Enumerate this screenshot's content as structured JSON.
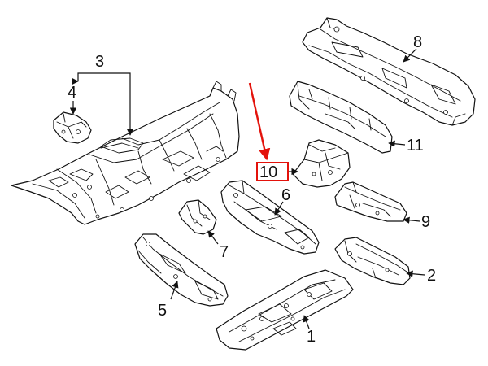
{
  "callouts": {
    "c1": "1",
    "c2": "2",
    "c3": "3",
    "c4": "4",
    "c5": "5",
    "c6": "6",
    "c7": "7",
    "c8": "8",
    "c9": "9",
    "c10": "10",
    "c11": "11"
  },
  "colors": {
    "line": "#111111",
    "highlight": "#e3120b",
    "background": "#ffffff"
  }
}
